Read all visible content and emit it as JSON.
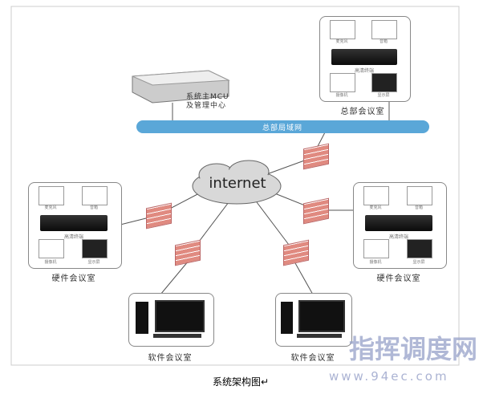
{
  "mcu": {
    "label_line1": "系统主MCU",
    "label_line2": "及管理中心"
  },
  "lan": {
    "label": "总部局域网",
    "color": "#5aa7d8"
  },
  "cloud": {
    "label": "internet"
  },
  "rooms": {
    "hq": {
      "label": "总部会议室",
      "mic": "麦克风",
      "speaker": "音箱",
      "terminal": "高清终端",
      "camera": "摄像机",
      "display": "显示屏"
    },
    "hw_left": {
      "label": "硬件会议室",
      "mic": "麦克风",
      "speaker": "音箱",
      "terminal": "高清终端",
      "camera": "摄像机",
      "display": "显示屏"
    },
    "hw_right": {
      "label": "硬件会议室",
      "mic": "麦克风",
      "speaker": "音箱",
      "terminal": "高清终端",
      "camera": "摄像机",
      "display": "显示屏"
    },
    "sw_left": {
      "label": "软件会议室"
    },
    "sw_right": {
      "label": "软件会议室"
    }
  },
  "caption": "系统架构图↵",
  "watermark": {
    "title": "指挥调度网",
    "url": "www.94ec.com"
  }
}
